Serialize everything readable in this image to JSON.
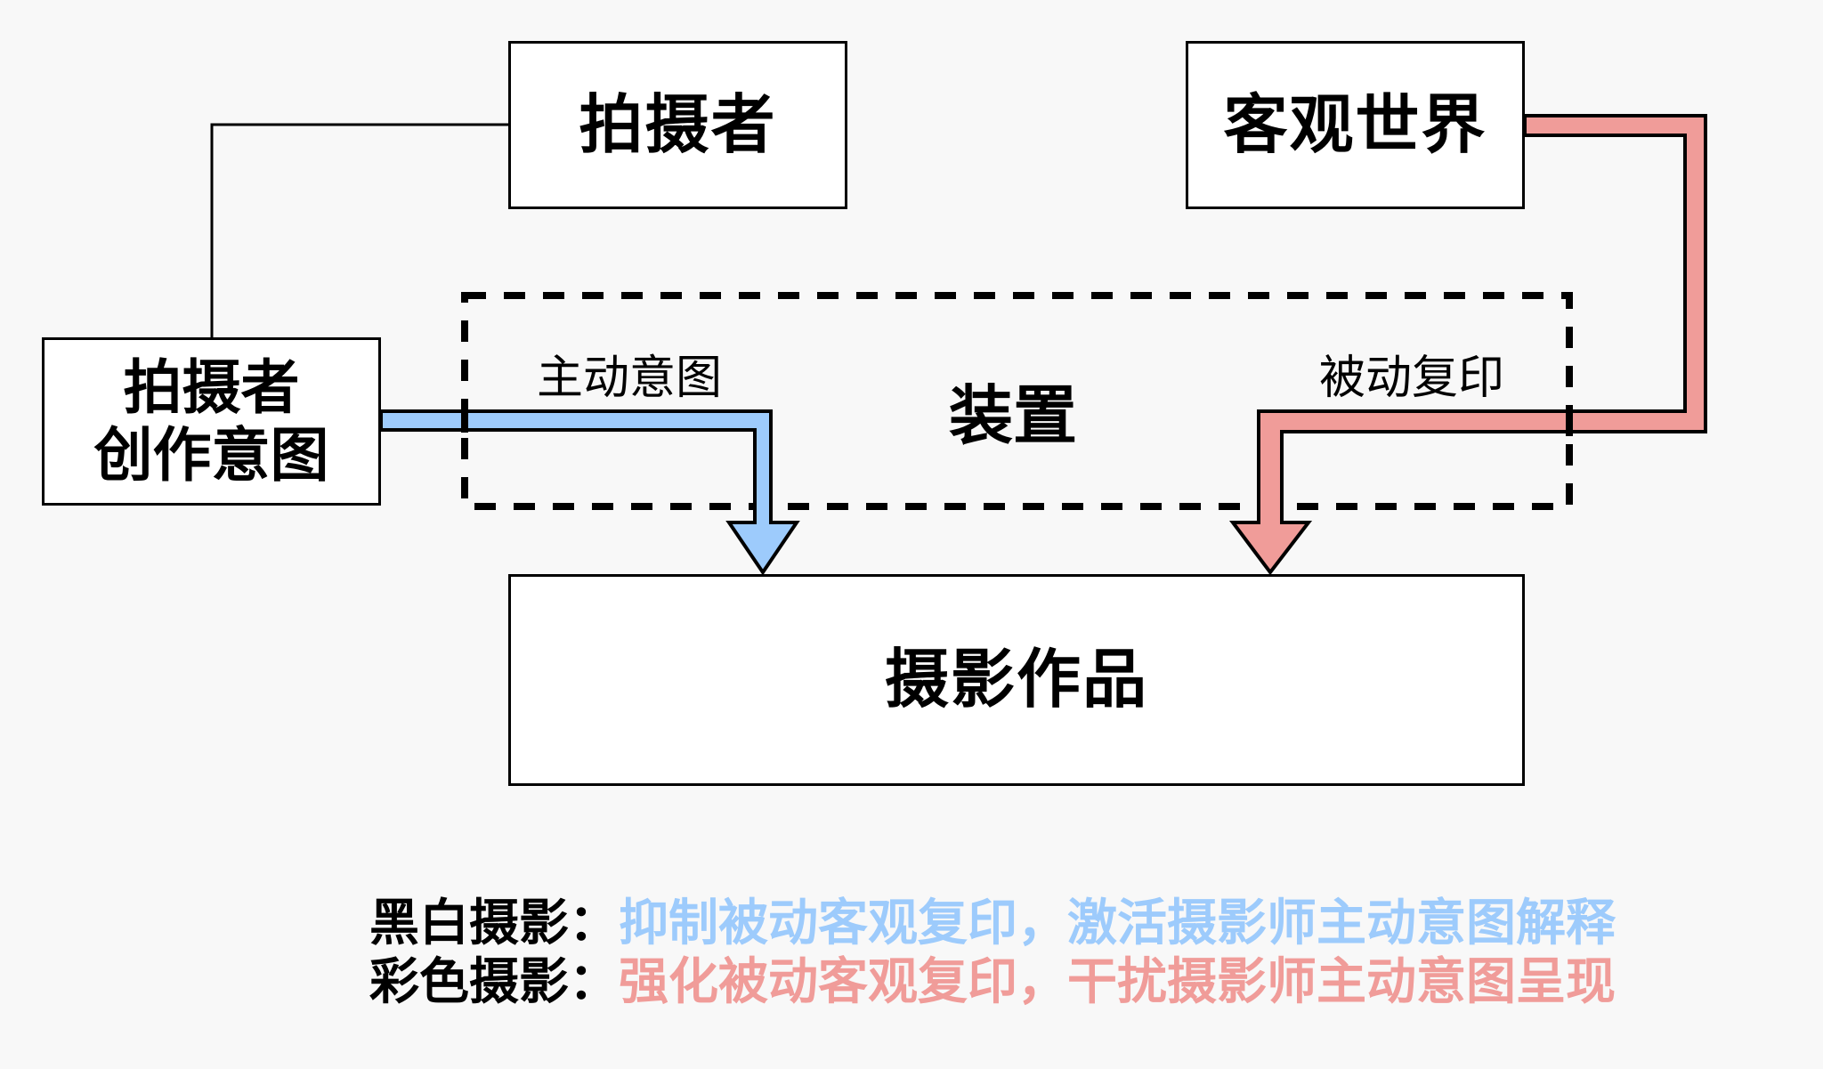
{
  "nodes": {
    "photographer": "拍摄者",
    "objective_world": "客观世界",
    "intent_line1": "拍摄者",
    "intent_line2": "创作意图",
    "device": "装置",
    "work": "摄影作品"
  },
  "flows": {
    "active": {
      "label": "主动意图",
      "color": "#9DCBFC"
    },
    "passive": {
      "label": "被动复印",
      "color": "#F09C99"
    }
  },
  "legend": [
    {
      "key": "黑白摄影：",
      "text": "抑制被动客观复印，激活摄影师主动意图解释",
      "color": "#9DCBFC"
    },
    {
      "key": "彩色摄影：",
      "text": "强化被动客观复印，干扰摄影师主动意图呈现",
      "color": "#F09C99"
    }
  ],
  "colors": {
    "background": "#f8f8f8",
    "stroke": "#000000"
  }
}
